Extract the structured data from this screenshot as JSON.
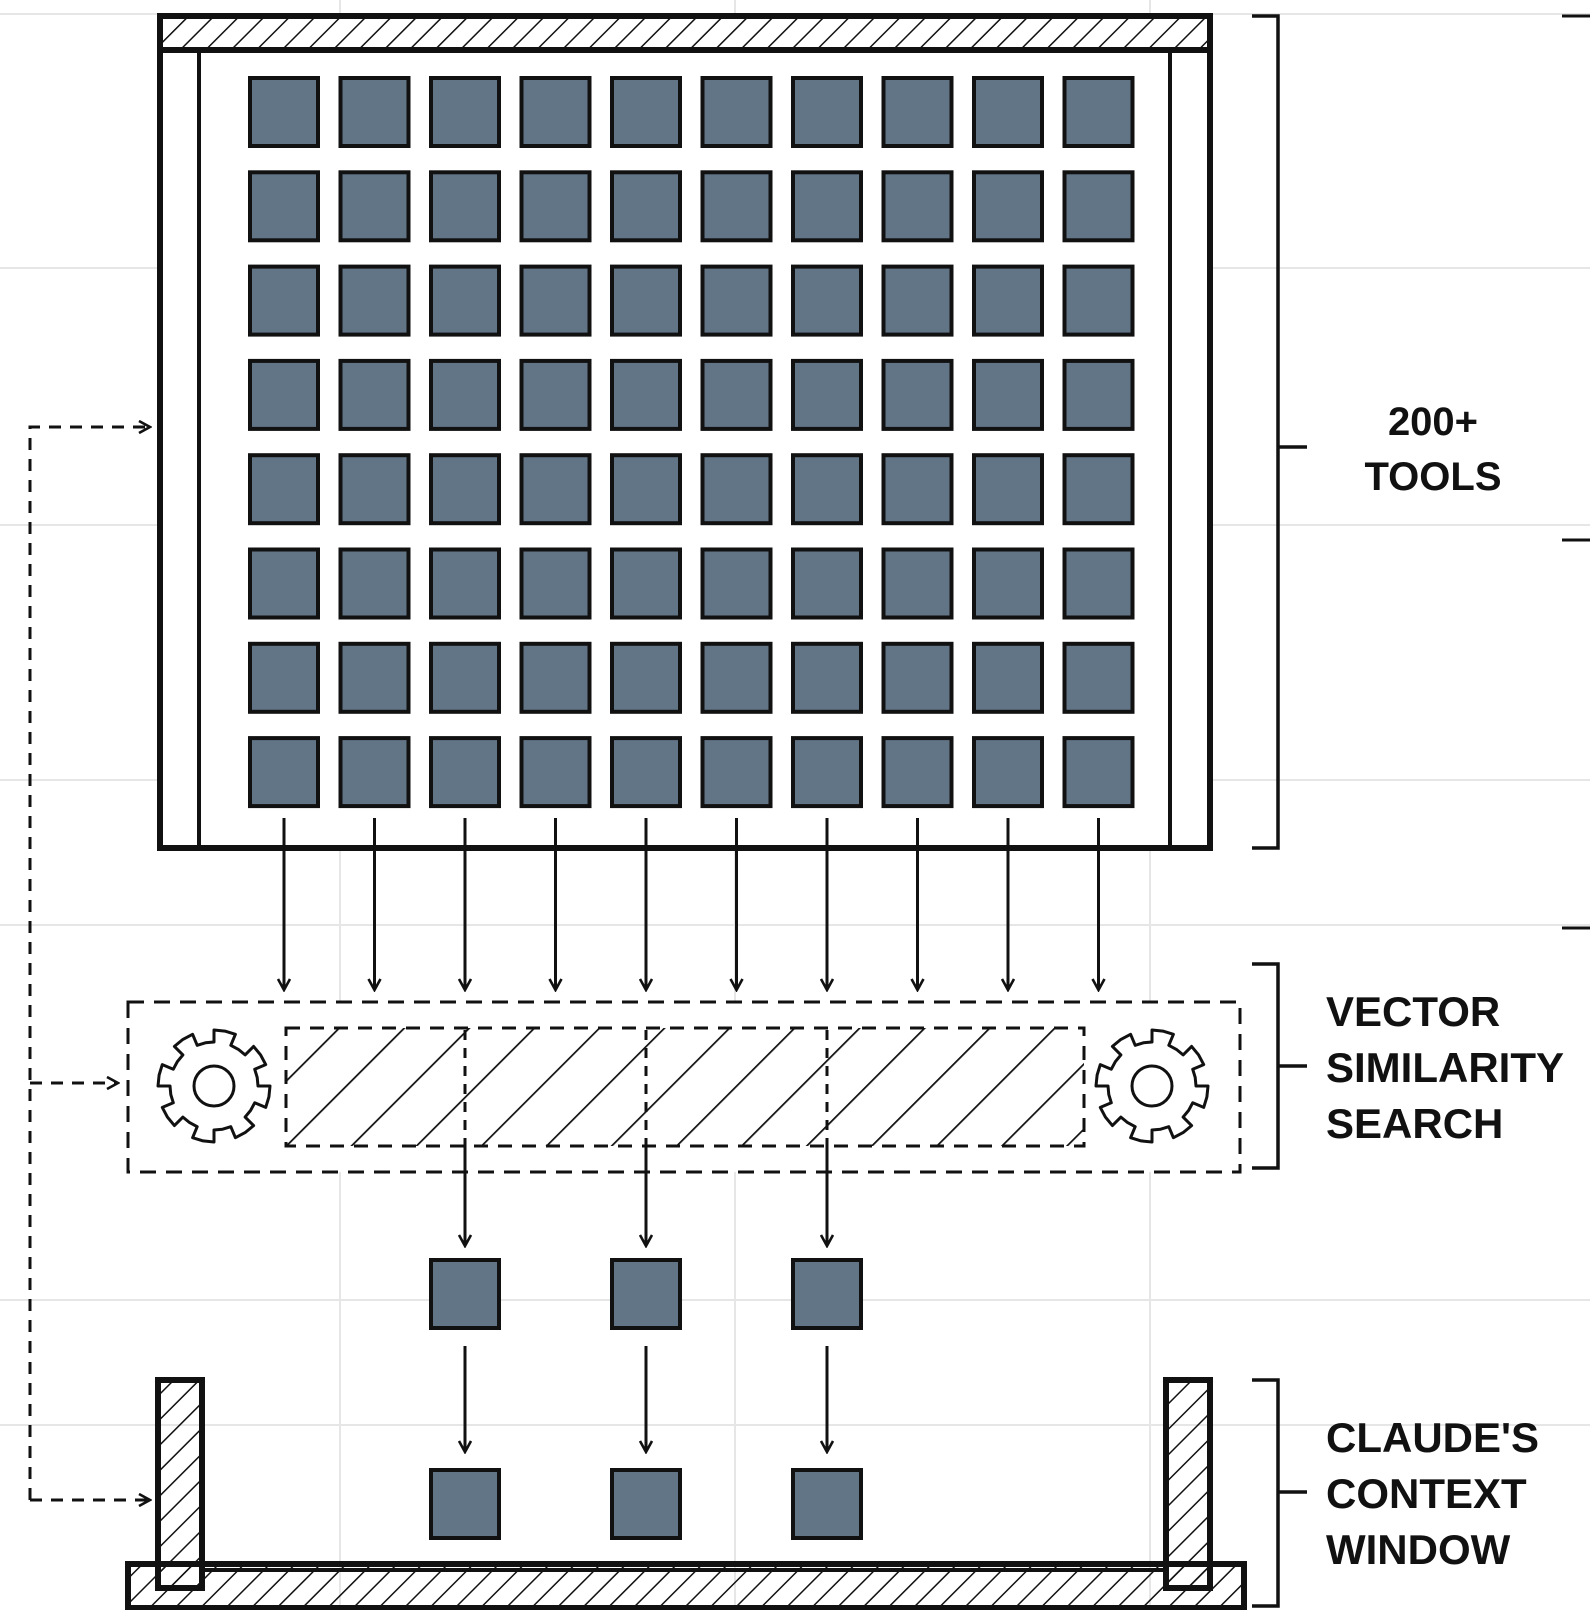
{
  "colors": {
    "background": "#ffffff",
    "grid": "#e6e6e6",
    "stroke": "#111111",
    "tile_fill": "#627587"
  },
  "icons": [
    "gear-icon"
  ],
  "labels": {
    "tools": {
      "line1": "200+",
      "line2": "TOOLS"
    },
    "vector": {
      "line1": "VECTOR",
      "line2": "SIMILARITY",
      "line3": "SEARCH"
    },
    "context": {
      "line1": "CLAUDE'S",
      "line2": "CONTEXT",
      "line3": "WINDOW"
    }
  },
  "diagram": {
    "tool_grid": {
      "rows": 8,
      "cols": 10
    },
    "selected_tool_count": 3,
    "context_tool_count": 3
  }
}
